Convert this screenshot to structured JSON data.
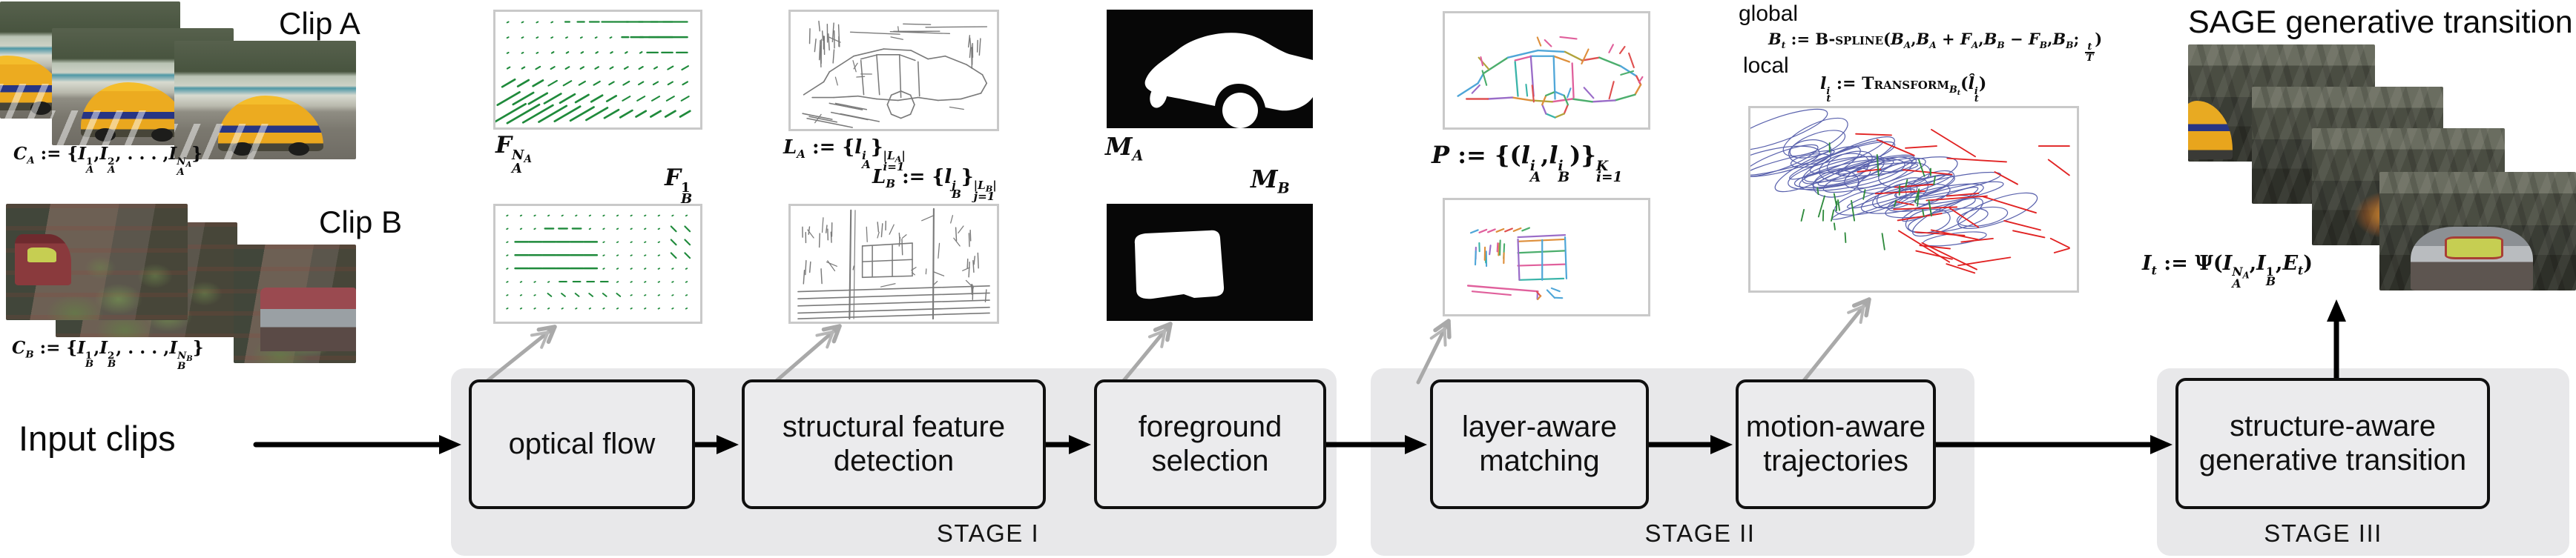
{
  "figure": {
    "clip_a_label": "Clip A",
    "clip_b_label": "Clip B",
    "input_label": "Input clips",
    "sage_title": "SAGE generative transition",
    "global_label": "global",
    "local_label": "local"
  },
  "formulas": {
    "clip_a": {
      "lhs": "C",
      "lhs_sub": "A",
      "rel": " := ",
      "open": "{",
      "I": "I",
      "f1_sup": "1",
      "f1_sub": "A",
      "comma": ",",
      "f2_sup": "2",
      "f2_sub": "A",
      "dots": ", . . . ,",
      "fN_sup": "N",
      "fN_supsub": "A",
      "fN_sub": "A",
      "close": "}"
    },
    "clip_b": {
      "lhs": "C",
      "lhs_sub": "B",
      "rel": " := ",
      "open": "{",
      "I": "I",
      "f1_sup": "1",
      "f1_sub": "B",
      "comma": ",",
      "f2_sup": "2",
      "f2_sub": "B",
      "dots": ", . . . ,",
      "fN_sup": "N",
      "fN_supsub": "B",
      "fN_sub": "B",
      "close": "}"
    },
    "flow_a": {
      "base": "F",
      "sup": "N",
      "sup_sub": "A",
      "sub": "A"
    },
    "flow_b": {
      "base": "F",
      "sup": "1",
      "sub": "B"
    },
    "lines_a": {
      "lhs": "L",
      "lhs_sub": "A",
      "rel": " := ",
      "open": "{",
      "el": "l",
      "el_sup": "i",
      "el_sub": "A",
      "close": "}",
      "card_open": "|L",
      "card_sub": "A",
      "card_close": "|",
      "lower": "i=1"
    },
    "lines_b": {
      "lhs": "L",
      "lhs_sub": "B",
      "rel": " := ",
      "open": "{",
      "el": "l",
      "el_sup": "j",
      "el_sub": "B",
      "close": "}",
      "card_open": "|L",
      "card_sub": "B",
      "card_close": "|",
      "lower": "j=1"
    },
    "mask_a": {
      "base": "M",
      "sub": "A"
    },
    "mask_b": {
      "base": "M",
      "sub": "B"
    },
    "pairs": {
      "lhs": "P",
      "rel": " := ",
      "open": "{(",
      "l1": "l",
      "l1_sup": "i",
      "l1_sub": "A",
      "comma": ",",
      "l2": "l",
      "l2_sup": "i",
      "l2_sub": "B",
      "close": ")}",
      "upper": "K",
      "lower": "i=1"
    },
    "global_eq": {
      "lhs": "B",
      "lhs_sub": "t",
      "rel": " := ",
      "fn": "B-spline",
      "open": "(",
      "b1": "B",
      "b1_sub": "A",
      "c1": ",",
      "b2": "B",
      "b2_sub": "A",
      "plus": " + ",
      "f1": "F",
      "f1_sub": "A",
      "c2": ",",
      "b3": "B",
      "b3_sub": "B",
      "minus": " − ",
      "f2": "F",
      "f2_sub": "B",
      "c3": ",",
      "b4": "B",
      "b4_sub": "B",
      "semi": "; ",
      "num": "t",
      "den": "T",
      "close": ")"
    },
    "local_eq": {
      "lhs": "l",
      "lhs_sup": "i",
      "lhs_sub": "t",
      "rel": " := ",
      "fn": "Transform",
      "fn_sub": "B",
      "fn_sub_sub": "t",
      "open": "(",
      "arg": "l̂",
      "arg_sup": "i",
      "arg_sub": "t",
      "close": ")"
    },
    "gen_eq": {
      "lhs": "I",
      "lhs_sub": "t",
      "rel": " := ",
      "psi": "Ψ",
      "open": "(",
      "a1": "I",
      "a1_sup": "N",
      "a1_sup_sub": "A",
      "a1_sub": "A",
      "c1": ",",
      "a2": "I",
      "a2_sup": "1",
      "a2_sub": "B",
      "c2": ",",
      "a3": "E",
      "a3_sub": "t",
      "close": ")"
    }
  },
  "stages": {
    "stage1": {
      "label": "STAGE I",
      "box1": "optical flow",
      "box2": "structural feature detection",
      "box3": "foreground selection"
    },
    "stage2": {
      "label": "STAGE II",
      "box1": "layer-aware matching",
      "box2": "motion-aware trajectories"
    },
    "stage3": {
      "label": "STAGE III",
      "box1": "structure-aware generative transition"
    }
  },
  "colors": {
    "flow_green": "#1f8a3b",
    "edge_gray": "#7a7a7a",
    "stage_bg": "#e8e8ea",
    "box_fill": "#ebebed",
    "panel_border": "#c9c9c9",
    "arrow_black": "#000000",
    "arrow_gray": "#a9a9a9",
    "traj_blue": "#5a62ad",
    "traj_red": "#e12222",
    "traj_green": "#2f8b3d",
    "mask_bg": "#070707",
    "mask_fg": "#ffffff",
    "match_palette": [
      "#e0609c",
      "#de8f3b",
      "#4cae6d",
      "#4fa6d8",
      "#9a6cc8",
      "#3ab4a9",
      "#df5050",
      "#b1a33b"
    ]
  }
}
